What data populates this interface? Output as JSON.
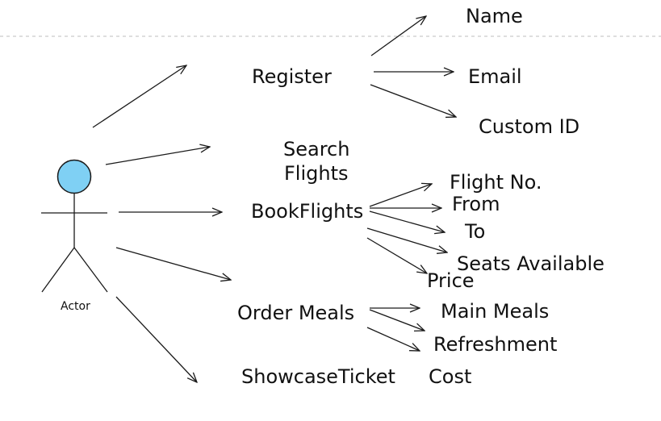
{
  "actor": {
    "label": "Actor",
    "head_color": "#7fd0f4"
  },
  "use_cases": {
    "register": "Register",
    "search_line1": "Search",
    "search_line2": "Flights",
    "book": "BookFlights",
    "order_meals": "Order Meals",
    "showcase": "ShowcaseTicket"
  },
  "register_fields": {
    "name": "Name",
    "email": "Email",
    "custom_id": "Custom ID"
  },
  "booking_fields": {
    "flight_no": "Flight No.",
    "from": "From",
    "to": "To",
    "seats": "Seats Available",
    "price": "Price"
  },
  "meal_fields": {
    "main_meals": "Main Meals",
    "refreshment": "Refreshment"
  },
  "ticket_fields": {
    "cost": "Cost"
  },
  "colors": {
    "line": "#1a1a1a",
    "guide": "#bdbdbd"
  }
}
